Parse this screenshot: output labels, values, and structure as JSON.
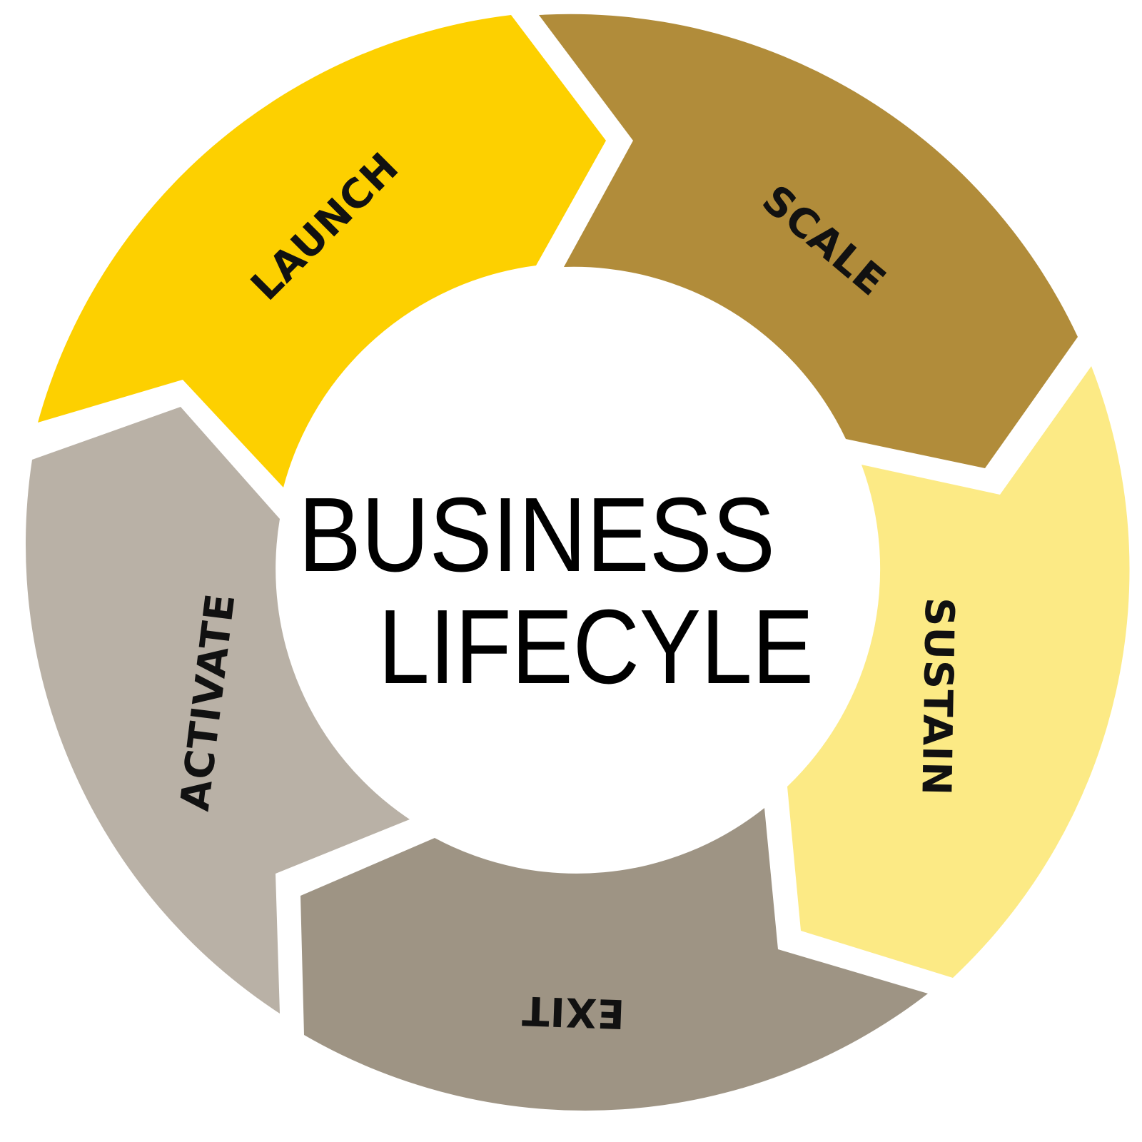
{
  "title": {
    "line1": "BUSINESS",
    "line2": "LIFECYLE"
  },
  "segments": [
    {
      "key": "launch",
      "label": "LAUNCH",
      "color": "#FDD000"
    },
    {
      "key": "scale",
      "label": "SCALE",
      "color": "#B18C3A"
    },
    {
      "key": "sustain",
      "label": "SUSTAIN",
      "color": "#FCEA85"
    },
    {
      "key": "exit",
      "label": "EXIT",
      "color": "#9E9484"
    },
    {
      "key": "activate",
      "label": "ACTIVATE",
      "color": "#B9B1A6"
    }
  ]
}
